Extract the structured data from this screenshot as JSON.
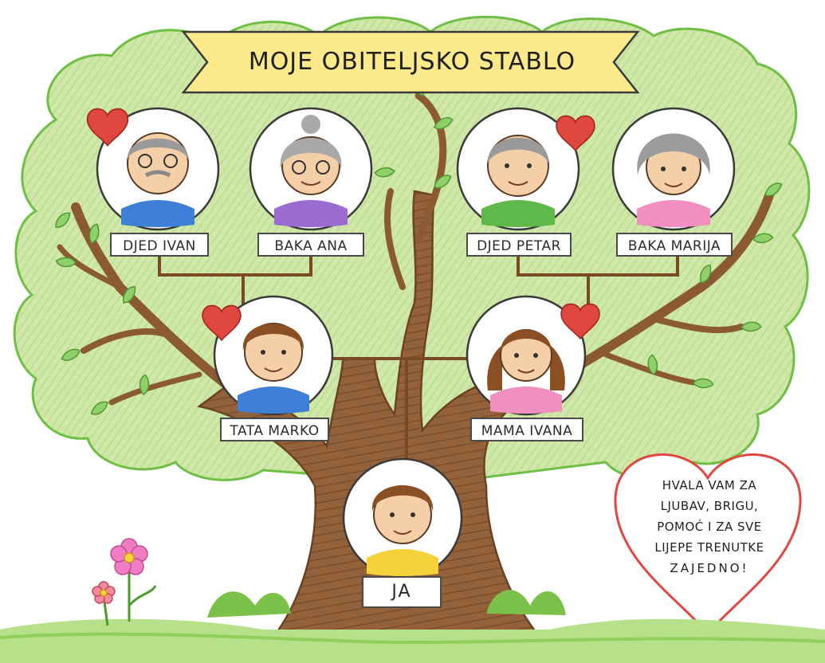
{
  "title": "MOJE OBITELJSKO STABLO",
  "family": {
    "grandpa_ivan": "DJED IVAN",
    "grandma_ana": "BAKA ANA",
    "grandpa_petar": "DJED PETAR",
    "grandma_marija": "BAKA MARIJA",
    "dad": "TATA MARKO",
    "mom": "MAMA IVANA",
    "me": "JA"
  },
  "message": {
    "lines": [
      "HVALA VAM ZA",
      "LJUBAV, BRIGU,",
      "POMOĆ I ZA SVE",
      "LIJEPE TRENUTKE",
      "ZAJEDNO!"
    ]
  },
  "colors": {
    "leaves": "#cfe7a8",
    "leaf_outline": "#6fbf45",
    "trunk": "#8b5a33",
    "banner": "#fbe98a",
    "heart": "#e0473f",
    "grass": "#8fcf5a"
  },
  "icons": [
    "heart-icon",
    "flower-icon",
    "leaf-icon"
  ]
}
